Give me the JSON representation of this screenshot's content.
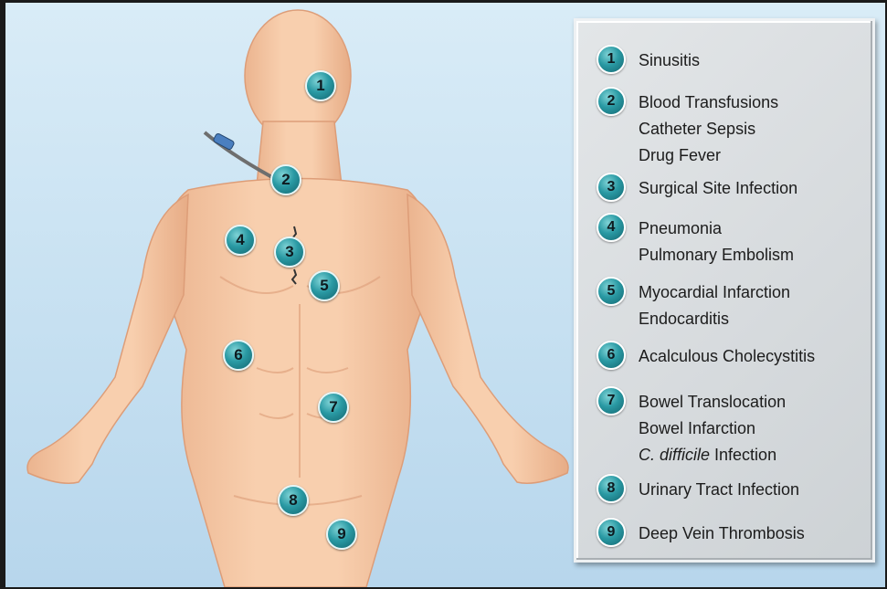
{
  "markers": [
    {
      "number": "1"
    },
    {
      "number": "2"
    },
    {
      "number": "3"
    },
    {
      "number": "4"
    },
    {
      "number": "5"
    },
    {
      "number": "6"
    },
    {
      "number": "7"
    },
    {
      "number": "8"
    },
    {
      "number": "9"
    }
  ],
  "legend": [
    {
      "number": "1",
      "lines": [
        "Sinusitis"
      ]
    },
    {
      "number": "2",
      "lines": [
        "Blood Transfusions",
        "Catheter Sepsis",
        "Drug Fever"
      ]
    },
    {
      "number": "3",
      "lines": [
        "Surgical Site Infection"
      ]
    },
    {
      "number": "4",
      "lines": [
        "Pneumonia",
        "Pulmonary Embolism"
      ]
    },
    {
      "number": "5",
      "lines": [
        "Myocardial Infarction",
        "Endocarditis"
      ]
    },
    {
      "number": "6",
      "lines": [
        "Acalculous Cholecystitis"
      ]
    },
    {
      "number": "7",
      "lines": [
        "Bowel Translocation",
        "Bowel Infarction"
      ],
      "extra": {
        "italic": "C. difficile",
        "rest": " Infection"
      }
    },
    {
      "number": "8",
      "lines": [
        "Urinary Tract Infection"
      ]
    },
    {
      "number": "9",
      "lines": [
        "Deep Vein Thrombosis"
      ]
    }
  ],
  "colors": {
    "background": "#c6e0f1",
    "skin": "#f6c9a4",
    "marker": "#2a9aa4",
    "panel": "#d6dadd",
    "catheter": "#4a7fc0"
  }
}
